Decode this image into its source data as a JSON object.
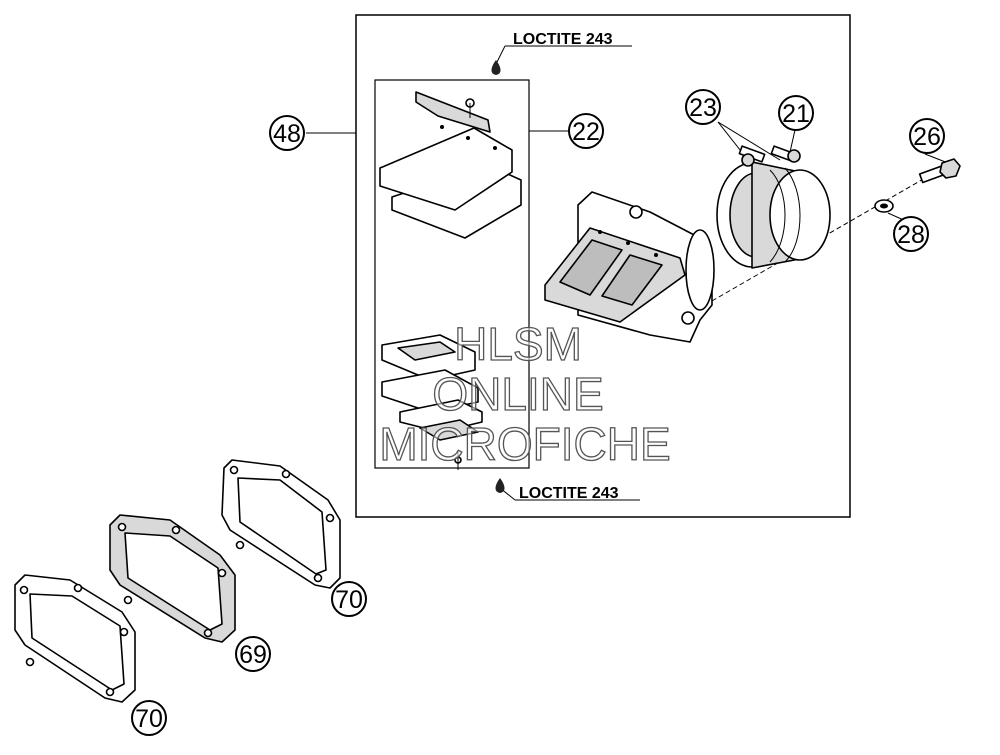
{
  "callouts": {
    "c48": "48",
    "c22": "22",
    "c23": "23",
    "c21": "21",
    "c26": "26",
    "c28": "28",
    "c70a": "70",
    "c69": "69",
    "c70b": "70"
  },
  "notes": {
    "loctite_top": "LOCTITE 243",
    "loctite_bottom": "LOCTITE 243"
  },
  "watermark": {
    "line1": "HLSM",
    "line2": "ONLINE",
    "line3": "MICROFICHE"
  }
}
